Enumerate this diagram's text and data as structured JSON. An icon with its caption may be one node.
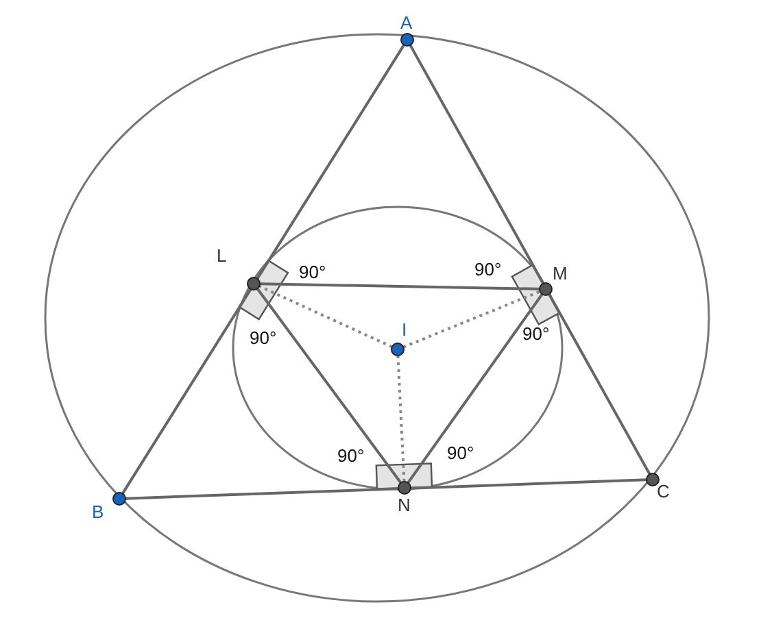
{
  "diagram": {
    "nodes": [
      {
        "text": [],
        "shape": "circle",
        "beside": [
          "A"
        ]
      },
      {
        "text": [],
        "shape": "circle",
        "beside": [
          "L"
        ]
      },
      {
        "text": [],
        "shape": "circle",
        "beside": [
          "M"
        ]
      },
      {
        "text": [],
        "shape": "circle",
        "beside": [
          "I"
        ]
      },
      {
        "text": [],
        "shape": "circle",
        "beside": [
          "C"
        ]
      },
      {
        "text": [],
        "shape": "circle",
        "beside": [
          "N"
        ]
      },
      {
        "text": [],
        "shape": "circle",
        "beside": [
          "B"
        ]
      }
    ],
    "edges": [
      {
        "from": 0,
        "to": 6,
        "arrow": "none"
      },
      {
        "from": 6,
        "to": 4,
        "arrow": "none"
      },
      {
        "from": 4,
        "to": 0,
        "arrow": "none"
      },
      {
        "from": 1,
        "to": 2,
        "arrow": "none"
      },
      {
        "from": 2,
        "to": 5,
        "arrow": "none"
      },
      {
        "from": 5,
        "to": 1,
        "arrow": "none"
      },
      {
        "from": 3,
        "to": 1,
        "arrow": "none",
        "style": "dashed"
      },
      {
        "from": 3,
        "to": 2,
        "arrow": "none",
        "style": "dashed"
      },
      {
        "from": 3,
        "to": 5,
        "arrow": "none",
        "style": "dashed"
      }
    ],
    "labels": [
      "90°",
      "90°",
      "90°",
      "90°",
      "90°",
      "90°"
    ]
  }
}
